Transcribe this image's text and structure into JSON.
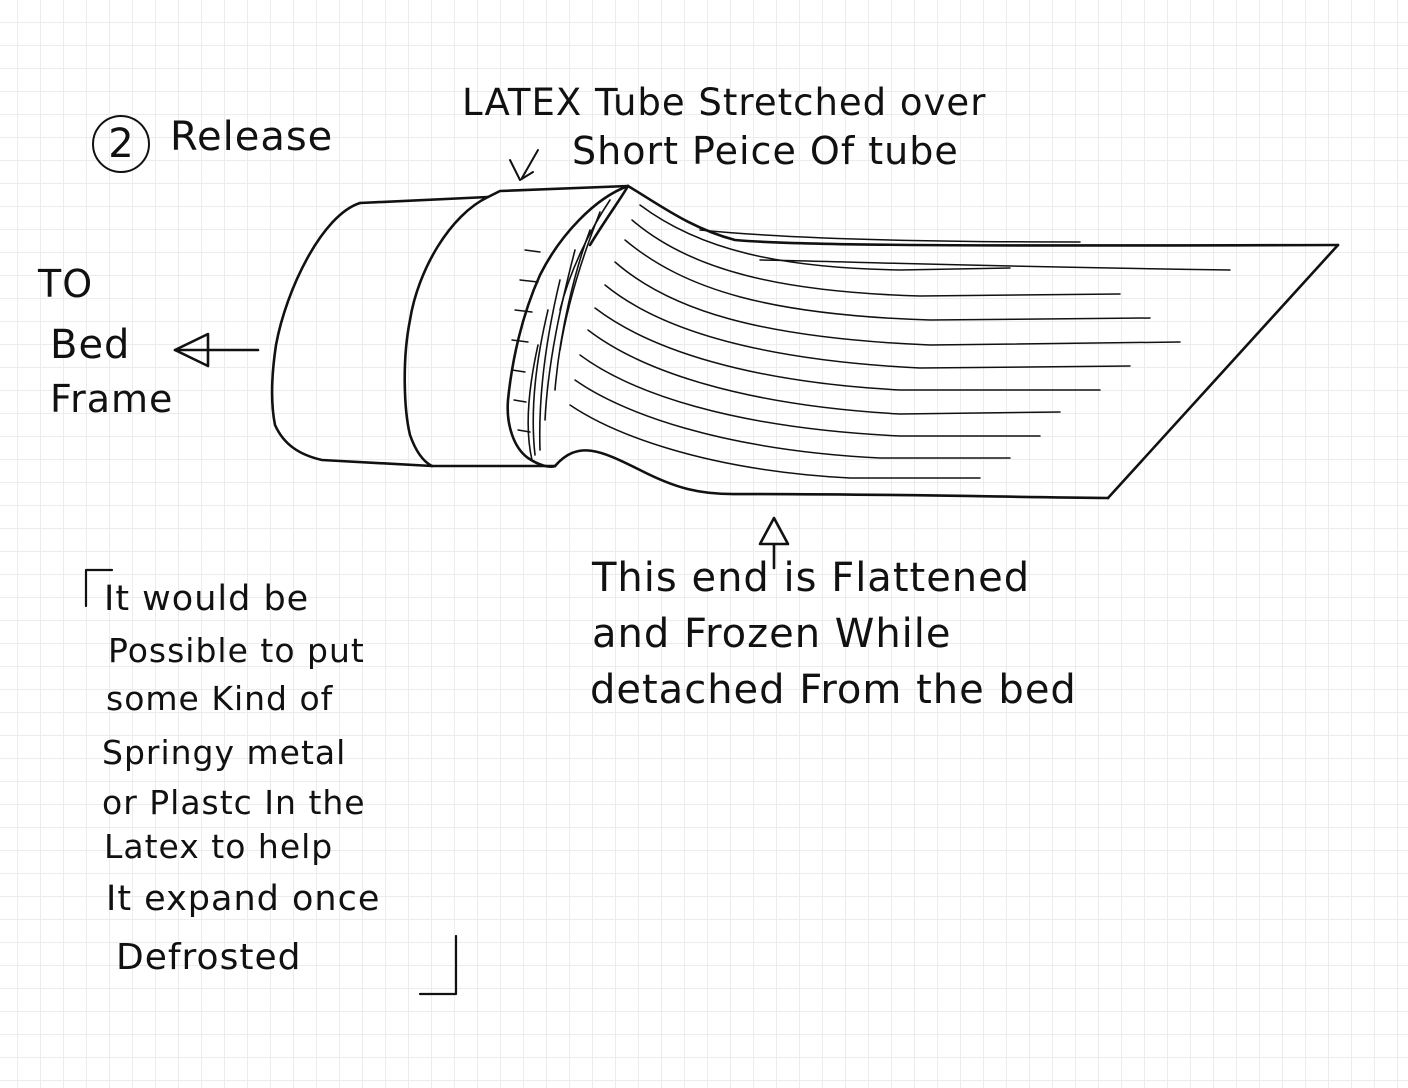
{
  "step": {
    "number": "2",
    "label": "Release"
  },
  "labels": {
    "latex_line1": "LATEX Tube Stretched over",
    "latex_line2": "Short Peice Of tube",
    "left_line1": "TO",
    "left_line2": "Bed",
    "left_line3": "Frame",
    "end_line1": "This end is Flattened",
    "end_line2": "and Frozen While",
    "end_line3": "detached From the bed"
  },
  "note": {
    "lines": [
      "It would be",
      "Possible to put",
      "some Kind of",
      "Springy metal",
      "or Plastc In the",
      "Latex to help",
      "It expand once",
      "Defrosted"
    ]
  }
}
